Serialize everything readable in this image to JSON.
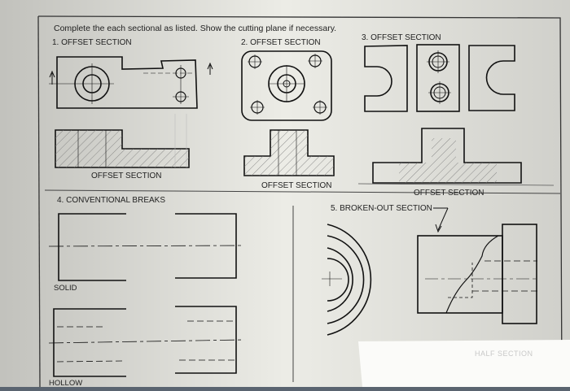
{
  "instructions": "Complete the each sectional as listed.  Show the cutting plane if necessary.",
  "problems": {
    "p1": {
      "title": "1. OFFSET SECTION",
      "section_label": "OFFSET SECTION"
    },
    "p2": {
      "title": "2. OFFSET SECTION",
      "section_label": "OFFSET SECTION"
    },
    "p3": {
      "title": "3. OFFSET SECTION",
      "section_label": "OFFSET SECTION"
    },
    "p4": {
      "title": "4. CONVENTIONAL BREAKS",
      "solid_label": "SOLID",
      "hollow_label": "HOLLOW"
    },
    "p5": {
      "title": "5. BROKEN-OUT SECTION",
      "faint_label": "HALF SECTION"
    }
  }
}
